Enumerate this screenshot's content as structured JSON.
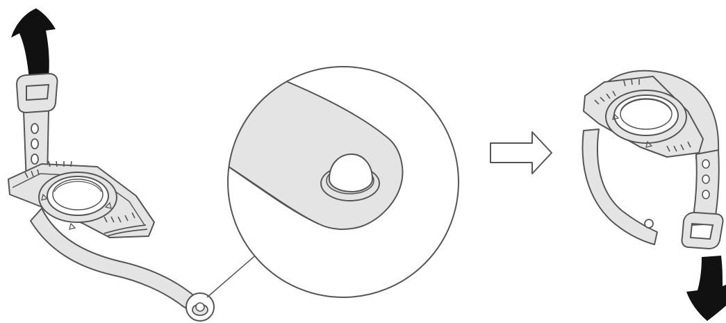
{
  "figure": {
    "panels": [
      {
        "name": "strap-before",
        "icons": [
          "up-arrow-icon",
          "strap-loop-icon",
          "watch-base-icon",
          "strap-tail-icon",
          "strap-stud-icon"
        ]
      },
      {
        "name": "magnified-detail",
        "icons": [
          "magnify-circle-icon",
          "strap-stud-icon"
        ]
      },
      {
        "name": "transition",
        "icons": [
          "right-arrow-icon"
        ]
      },
      {
        "name": "strap-after",
        "icons": [
          "watch-base-icon",
          "strap-loop-icon",
          "down-arrow-icon"
        ]
      }
    ],
    "colors": {
      "strap": "#e4e4e4",
      "outline": "#555555",
      "arrow": "#111111",
      "background": "#ffffff"
    }
  }
}
